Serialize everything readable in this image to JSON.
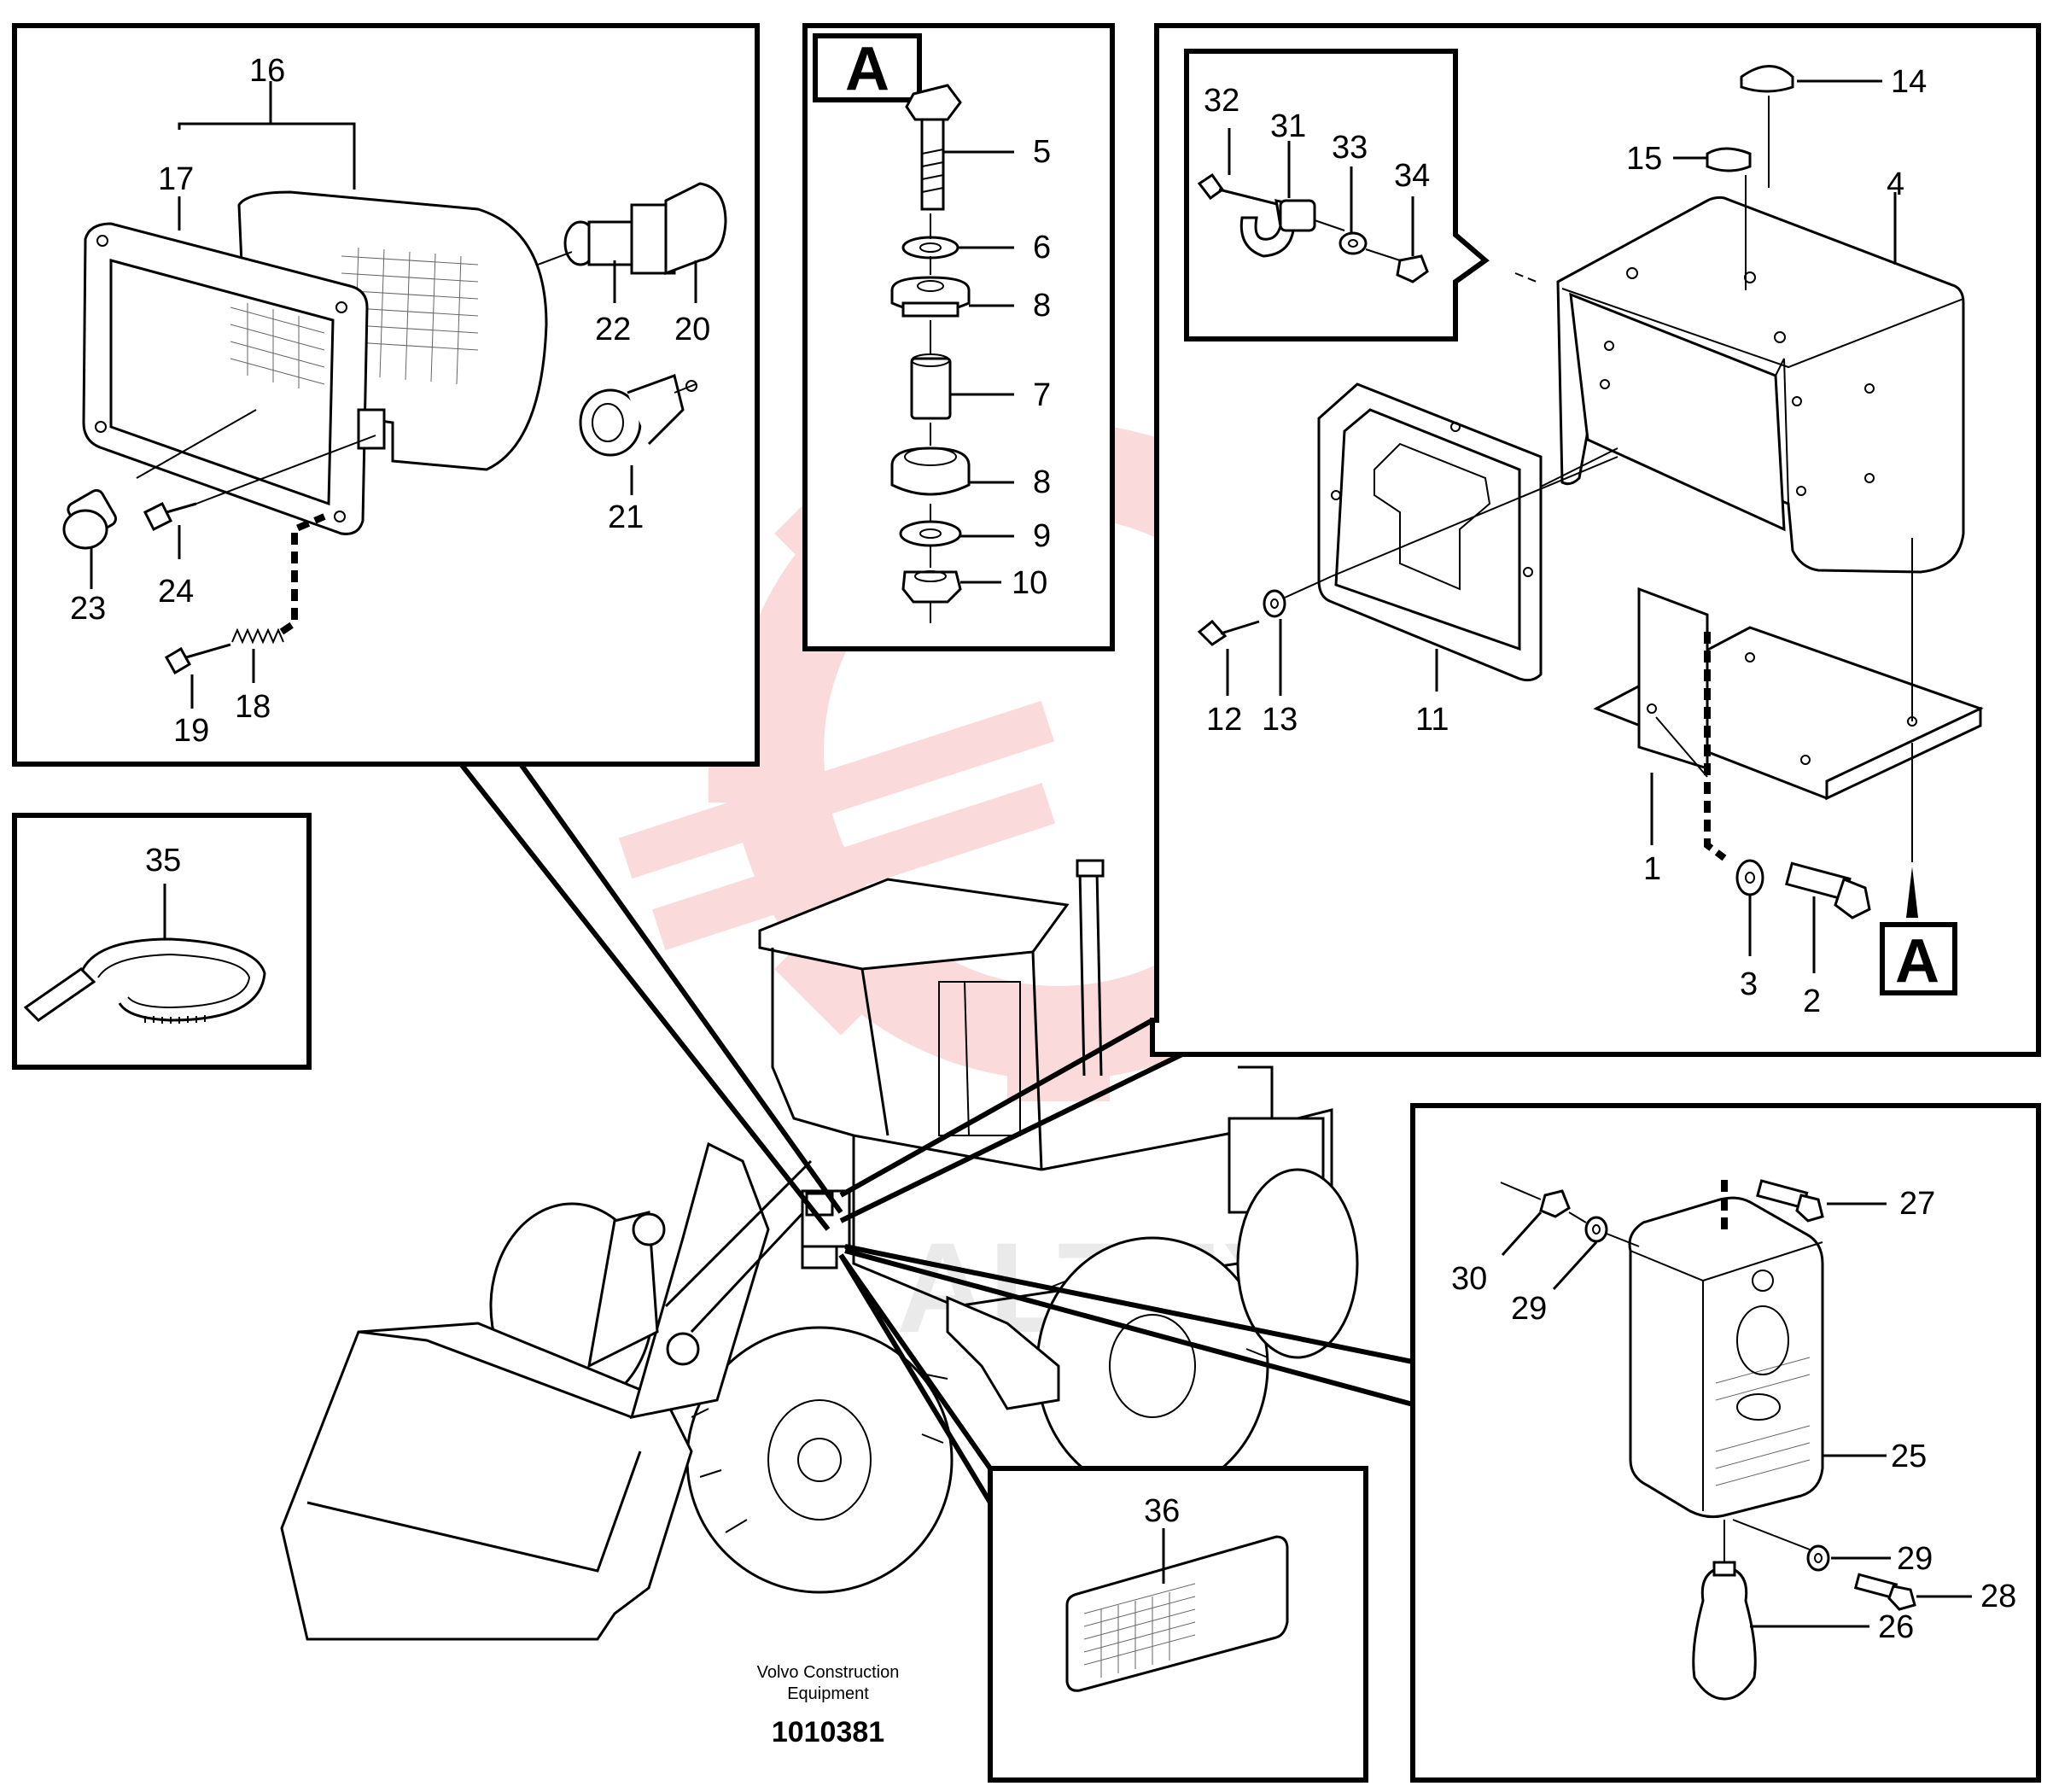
{
  "figure": {
    "brand_line1": "Volvo Construction",
    "brand_line2": "Equipment",
    "doc_number": "1010381",
    "watermark_text": "ALTEX",
    "watermark_color": "#e83a3a"
  },
  "panels": {
    "detail_a_label": "A",
    "base_plate_reference_label": "A"
  },
  "callouts": {
    "c1": "1",
    "c2": "2",
    "c3": "3",
    "c4": "4",
    "c5": "5",
    "c6": "6",
    "c7": "7",
    "c8a": "8",
    "c8b": "8",
    "c9": "9",
    "c10": "10",
    "c11": "11",
    "c12": "12",
    "c13": "13",
    "c14": "14",
    "c15": "15",
    "c16": "16",
    "c17": "17",
    "c18": "18",
    "c19": "19",
    "c20": "20",
    "c21": "21",
    "c22": "22",
    "c23": "23",
    "c24": "24",
    "c25": "25",
    "c26": "26",
    "c27": "27",
    "c28": "28",
    "c29a": "29",
    "c29b": "29",
    "c30": "30",
    "c31": "31",
    "c32": "32",
    "c33": "33",
    "c34": "34",
    "c35": "35",
    "c36": "36"
  }
}
